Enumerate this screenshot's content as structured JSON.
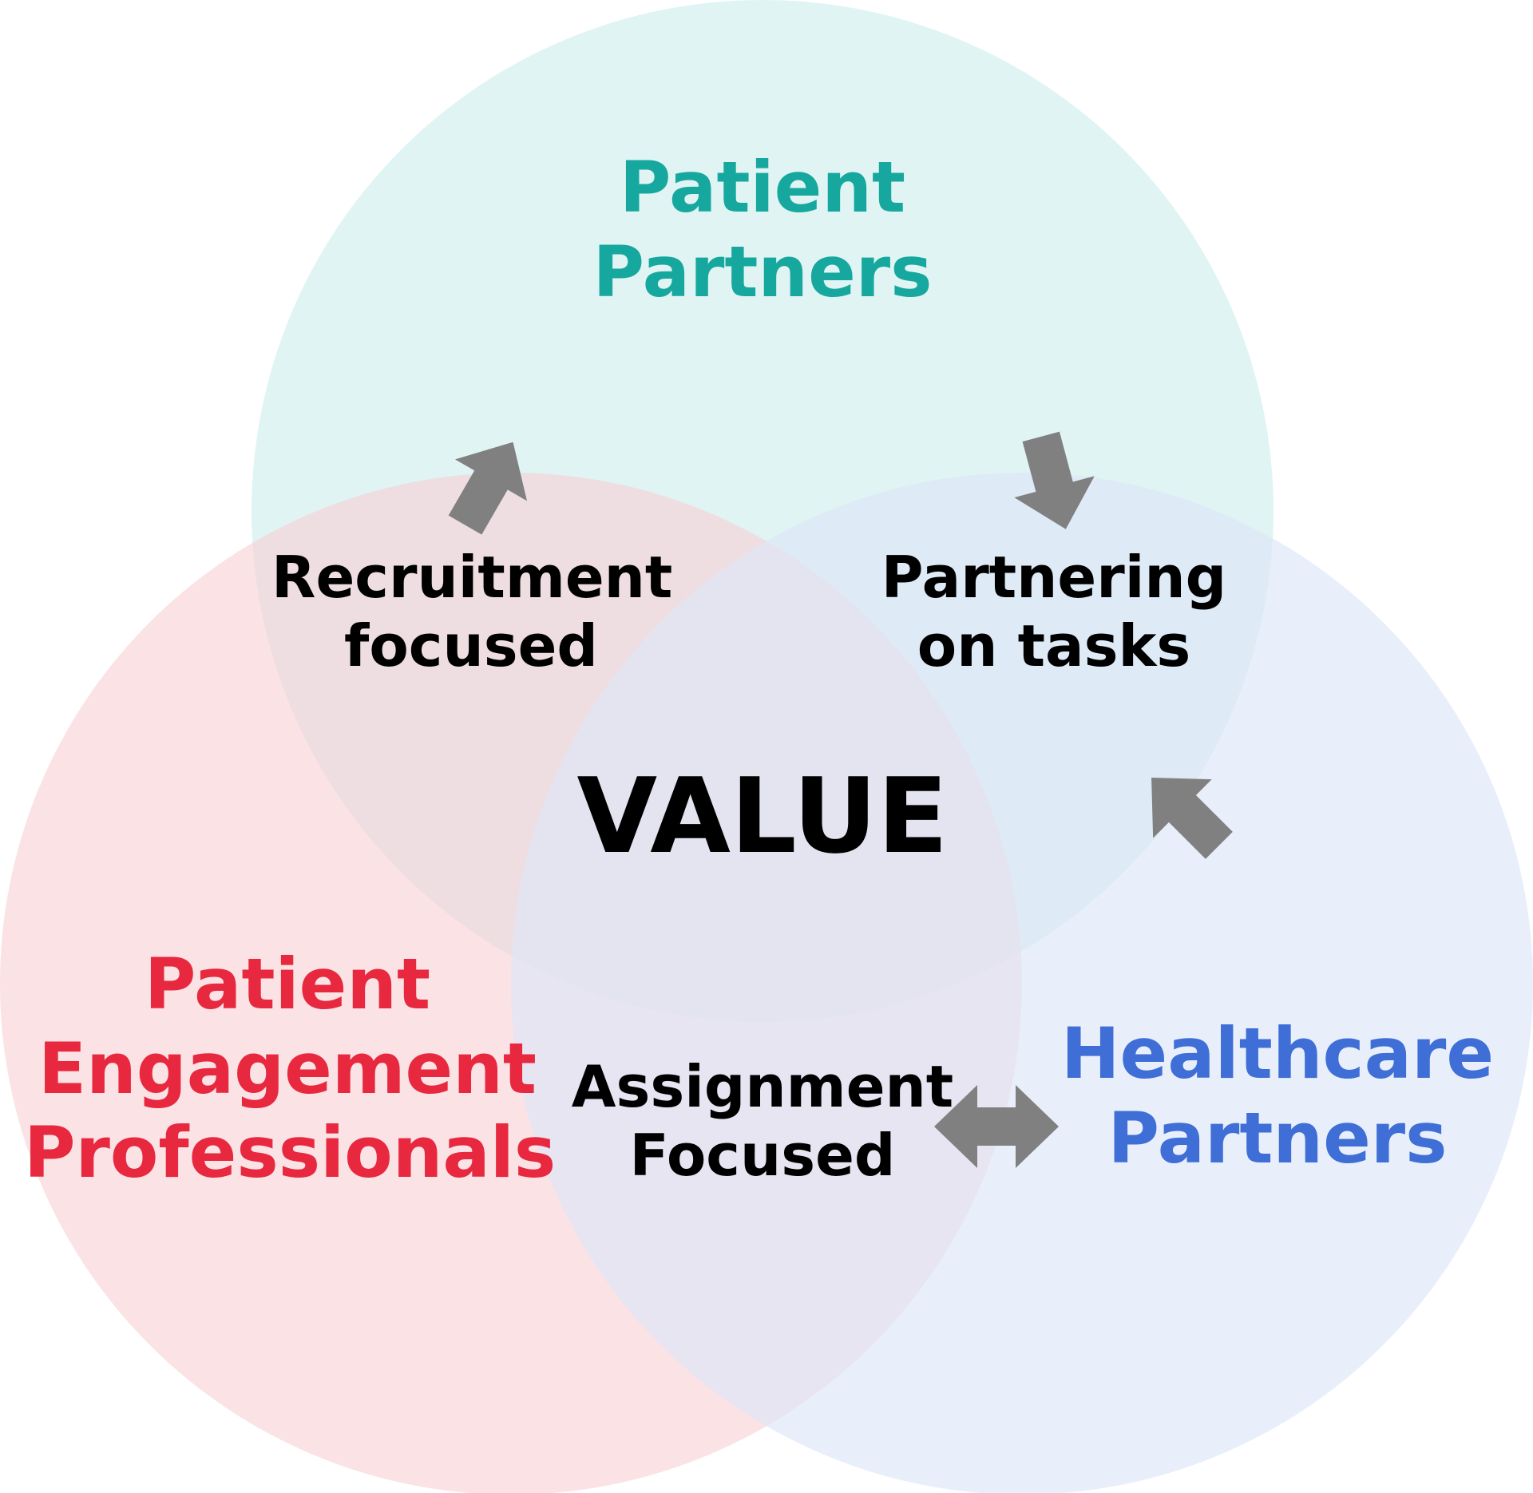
{
  "colors": {
    "patient_partners": "#16a89e",
    "patient_partners_fill": "#cfeeec",
    "pep": "#e8283f",
    "pep_fill": "#f7d3d7",
    "healthcare_partners": "#3f6fd6",
    "healthcare_partners_fill": "#dde6f8",
    "arrow": "#808080",
    "text": "#000000"
  },
  "circles": {
    "patient_partners": {
      "line1": "Patient",
      "line2": "Partners"
    },
    "pep": {
      "line1": "Patient",
      "line2": "Engagement",
      "line3": "Professionals"
    },
    "healthcare_partners": {
      "line1": "Healthcare",
      "line2": "Partners"
    }
  },
  "overlaps": {
    "recruitment": {
      "line1": "Recruitment",
      "line2": "focused"
    },
    "partnering": {
      "line1": "Partnering",
      "line2": "on tasks"
    },
    "assignment": {
      "line1": "Assignment",
      "line2": "Focused"
    }
  },
  "center": {
    "label": "VALUE"
  },
  "arrows": [
    {
      "id": "recruitment-arrow",
      "direction": "up-right"
    },
    {
      "id": "partnering-arrow",
      "direction": "down"
    },
    {
      "id": "healthcare-arrow",
      "direction": "up-left"
    },
    {
      "id": "assignment-arrow",
      "direction": "left-right"
    }
  ]
}
